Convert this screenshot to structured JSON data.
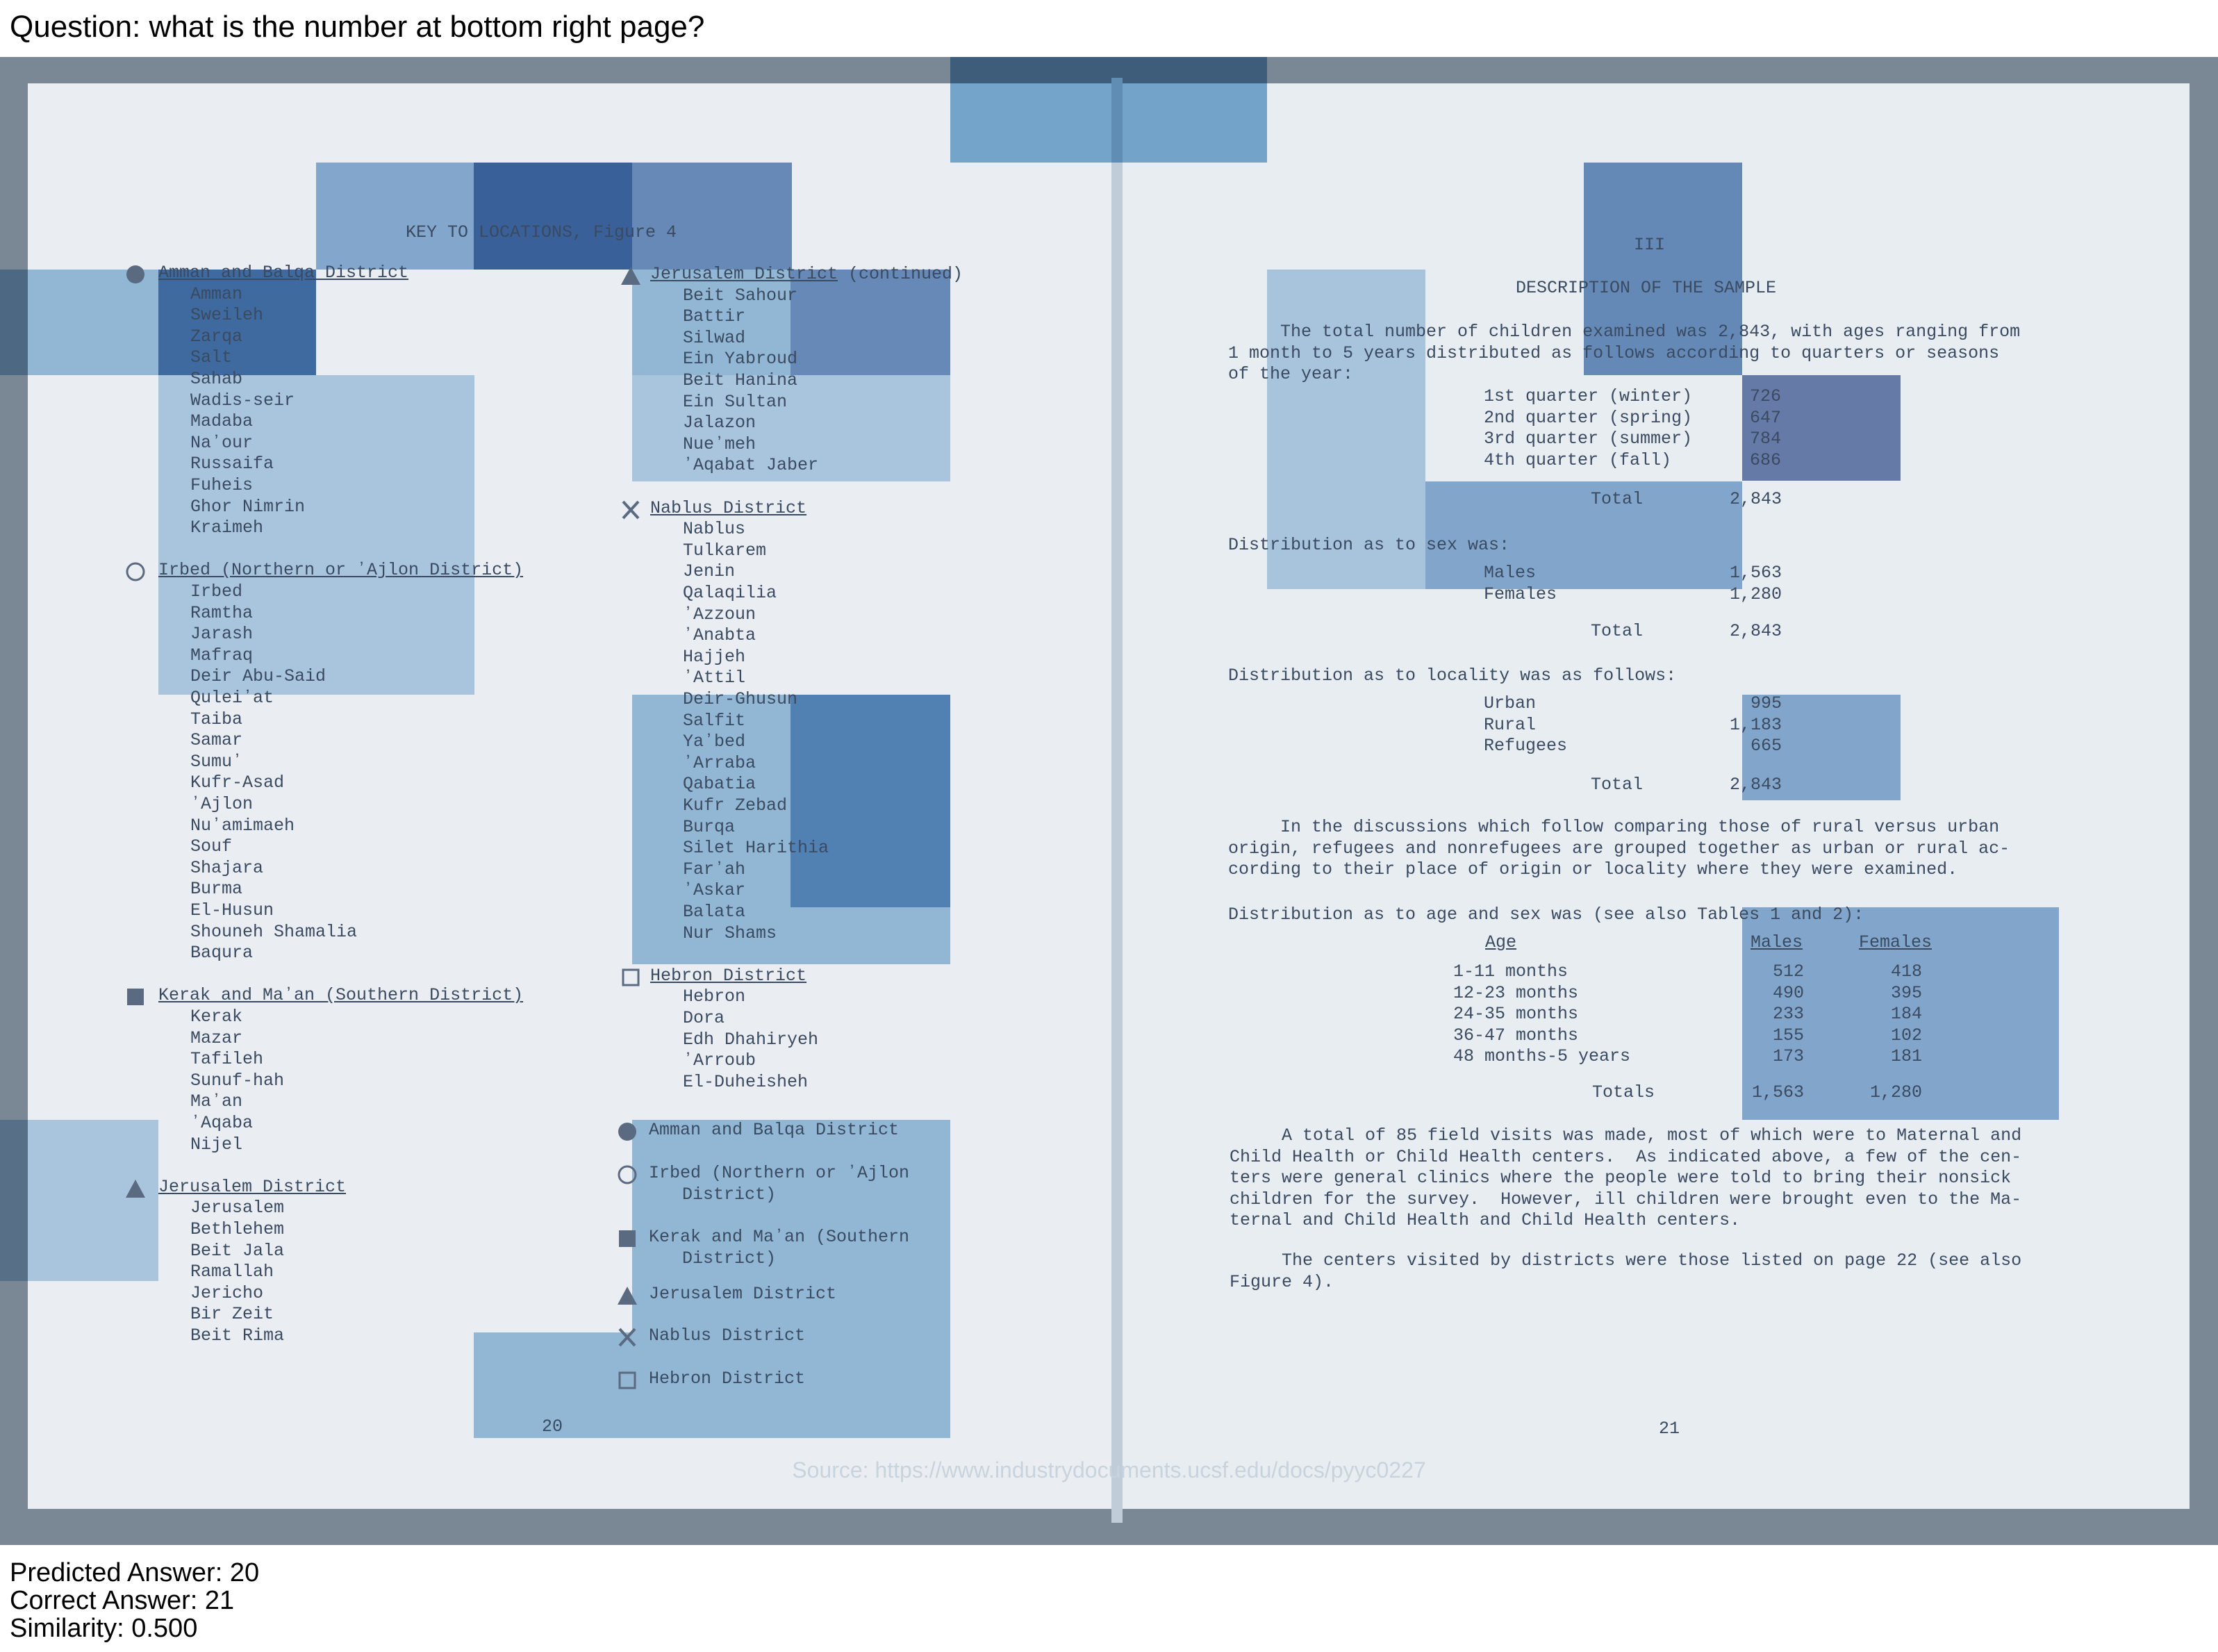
{
  "question": "Question: what is the number at bottom right page?",
  "left_page": {
    "heading": "KEY TO LOCATIONS, Figure 4",
    "col1": [
      {
        "district": "Amman and Balqa District",
        "symbol": "filled-circle",
        "places": [
          "Amman",
          "Sweileh",
          "Zarqa",
          "Salt",
          "Sahab",
          "Wadis-seir",
          "Madaba",
          "Naʼour",
          "Russaifa",
          "Fuheis",
          "Ghor Nimrin",
          "Kraimeh"
        ]
      },
      {
        "district": "Irbed (Northern or ʼAjlon District)",
        "symbol": "open-circle",
        "places": [
          "Irbed",
          "Ramtha",
          "Jarash",
          "Mafraq",
          "Deir Abu-Said",
          "Quleiʼat",
          "Taiba",
          "Samar",
          "Sumuʼ",
          "Kufr-Asad",
          "ʼAjlon",
          "Nuʼamimaeh",
          "Souf",
          "Shajara",
          "Burma",
          "El-Husun",
          "Shouneh Shamalia",
          "Baqura"
        ]
      },
      {
        "district": "Kerak and Maʼan (Southern District)",
        "symbol": "filled-square",
        "places": [
          "Kerak",
          "Mazar",
          "Tafileh",
          "Sunuf-hah",
          "Maʼan",
          "ʼAqaba",
          "Nijel"
        ]
      },
      {
        "district": "Jerusalem District",
        "symbol": "filled-triangle",
        "places": [
          "Jerusalem",
          "Bethlehem",
          "Beit Jala",
          "Ramallah",
          "Jericho",
          "Bir Zeit",
          "Beit Rima"
        ]
      }
    ],
    "col2": [
      {
        "district": "Jerusalem District",
        "suffix": " (continued)",
        "symbol": "filled-triangle",
        "places": [
          "Beit Sahour",
          "Battir",
          "Silwad",
          "Ein Yabroud",
          "Beit Hanina",
          "Ein Sultan",
          "Jalazon",
          "Nueʼmeh",
          "ʼAqabat Jaber"
        ]
      },
      {
        "district": "Nablus District",
        "symbol": "x-mark",
        "places": [
          "Nablus",
          "Tulkarem",
          "Jenin",
          "Qalaqilia",
          "ʼAzzoun",
          "ʼAnabta",
          "Hajjeh",
          "ʼAttil",
          "Deir-Ghusun",
          "Salfit",
          "Yaʼbed",
          "ʼArraba",
          "Qabatia",
          "Kufr Zebad",
          "Burqa",
          "Silet Harithia",
          "Farʼah",
          "ʼAskar",
          "Balata",
          "Nur Shams"
        ]
      },
      {
        "district": "Hebron District",
        "symbol": "open-square",
        "places": [
          "Hebron",
          "Dora",
          "Edh Dhahiryeh",
          "ʼArroub",
          "El-Duheisheh"
        ]
      }
    ],
    "legend": [
      {
        "symbol": "filled-circle",
        "line1": "Amman and Balqa District",
        "line2": ""
      },
      {
        "symbol": "open-circle",
        "line1": "Irbed (Northern or ʼAjlon",
        "line2": "District)"
      },
      {
        "symbol": "filled-square",
        "line1": "Kerak and Maʼan (Southern",
        "line2": "District)"
      },
      {
        "symbol": "filled-triangle",
        "line1": "Jerusalem District",
        "line2": ""
      },
      {
        "symbol": "x-mark",
        "line1": "Nablus District",
        "line2": ""
      },
      {
        "symbol": "open-square",
        "line1": "Hebron District",
        "line2": ""
      }
    ],
    "page_number": "20"
  },
  "right_page": {
    "chapter": "III",
    "title": "DESCRIPTION OF THE SAMPLE",
    "intro": [
      "     The total number of children examined was 2,843, with ages ranging from",
      "1 month to 5 years distributed as follows according to quarters or seasons",
      "of the year:"
    ],
    "quarters": [
      {
        "label": "1st quarter (winter)",
        "value": "726"
      },
      {
        "label": "2nd quarter (spring)",
        "value": "647"
      },
      {
        "label": "3rd quarter (summer)",
        "value": "784"
      },
      {
        "label": "4th quarter (fall)",
        "value": "686"
      }
    ],
    "total_label": "Total",
    "quarters_total": "2,843",
    "sex_heading": "Distribution as to sex was:",
    "sex": [
      {
        "label": "Males",
        "value": "1,563"
      },
      {
        "label": "Females",
        "value": "1,280"
      }
    ],
    "sex_total": "2,843",
    "locality_heading": "Distribution as to locality was as follows:",
    "locality": [
      {
        "label": "Urban",
        "value": "995"
      },
      {
        "label": "Rural",
        "value": "1,183"
      },
      {
        "label": "Refugees",
        "value": "665"
      }
    ],
    "locality_total": "2,843",
    "para2": [
      "     In the discussions which follow comparing those of rural versus urban",
      "origin, refugees and nonrefugees are grouped together as urban or rural ac-",
      "cording to their place of origin or locality where they were examined."
    ],
    "agesex_heading": "Distribution as to age and sex was (see also Tables 1 and 2):",
    "agesex_headers": {
      "age": "Age",
      "males": "Males",
      "females": "Females"
    },
    "agesex_rows": [
      {
        "age": "1-11 months",
        "males": "512",
        "females": "418"
      },
      {
        "age": "12-23 months",
        "males": "490",
        "females": "395"
      },
      {
        "age": "24-35 months",
        "males": "233",
        "females": "184"
      },
      {
        "age": "36-47 months",
        "males": "155",
        "females": "102"
      },
      {
        "age": "48 months-5 years",
        "males": "173",
        "females": "181"
      }
    ],
    "agesex_totals_label": "Totals",
    "agesex_totals": {
      "males": "1,563",
      "females": "1,280"
    },
    "para3": [
      "     A total of 85 field visits was made, most of which were to Maternal and",
      "Child Health or Child Health centers.  As indicated above, a few of the cen-",
      "ters were general clinics where the people were told to bring their nonsick",
      "children for the survey.  However, ill children were brought even to the Ma-",
      "ternal and Child Health and Child Health centers."
    ],
    "para4": [
      "     The centers visited by districts were those listed on page 22 (see also",
      "Figure 4)."
    ],
    "page_number": "21"
  },
  "source": "Source: https://www.industrydocuments.ucsf.edu/docs/pyyc0227",
  "predicted": "Predicted Answer: 20",
  "correct": "Correct Answer: 21",
  "similarity": "Similarity: 0.500"
}
